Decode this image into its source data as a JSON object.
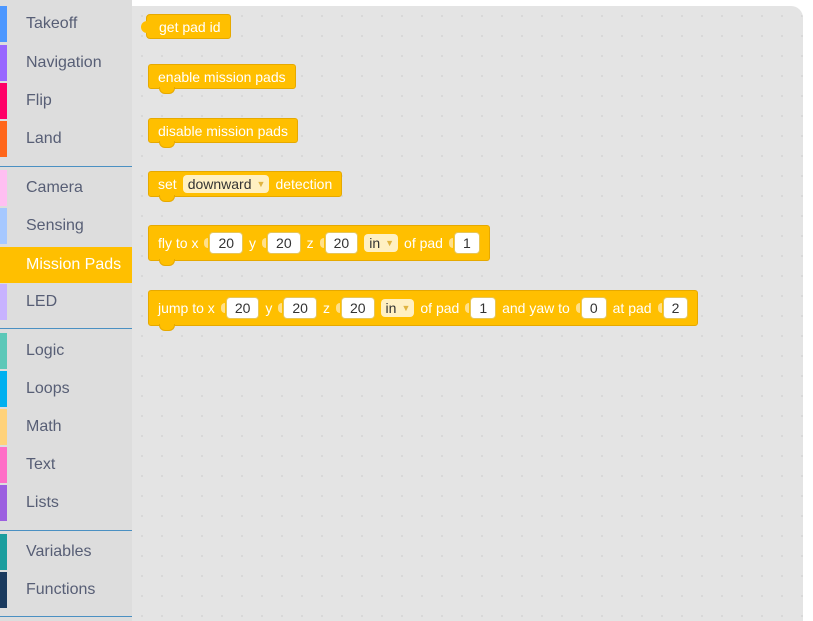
{
  "sidebar": {
    "categories": [
      {
        "label": "Takeoff",
        "color": "#4c97ff"
      },
      {
        "label": "Navigation",
        "color": "#9966ff"
      },
      {
        "label": "Flip",
        "color": "#ff0066"
      },
      {
        "label": "Land",
        "color": "#ff661a"
      },
      {
        "label": "Camera",
        "color": "#ffbff2"
      },
      {
        "label": "Sensing",
        "color": "#a6c8ff"
      },
      {
        "label": "Mission Pads",
        "color": "#ffbf00"
      },
      {
        "label": "LED",
        "color": "#c8b3ff"
      },
      {
        "label": "Logic",
        "color": "#5cc8b8"
      },
      {
        "label": "Loops",
        "color": "#00b0f0"
      },
      {
        "label": "Math",
        "color": "#ffd27a"
      },
      {
        "label": "Text",
        "color": "#ff6ec7"
      },
      {
        "label": "Lists",
        "color": "#9c5fe0"
      },
      {
        "label": "Variables",
        "color": "#1a9e9e"
      },
      {
        "label": "Functions",
        "color": "#1a3a5e"
      }
    ],
    "selected": "Mission Pads",
    "accent_color": "#ffbf00"
  },
  "blocks": {
    "get_pad_id": {
      "text": "get pad id"
    },
    "enable_mission_pads": {
      "text": "enable mission pads"
    },
    "disable_mission_pads": {
      "text": "disable mission pads"
    },
    "set_detection": {
      "set": "set",
      "direction": "downward",
      "detection": "detection"
    },
    "fly_to": {
      "fly_to_x": "fly to x",
      "x": "20",
      "y_label": "y",
      "y": "20",
      "z_label": "z",
      "z": "20",
      "unit": "in",
      "of_pad": "of pad",
      "pad": "1"
    },
    "jump_to": {
      "jump_to_x": "jump to x",
      "x": "20",
      "y_label": "y",
      "y": "20",
      "z_label": "z",
      "z": "20",
      "unit": "in",
      "of_pad": "of pad",
      "pad": "1",
      "and_yaw_to": "and yaw to",
      "yaw": "0",
      "at_pad": "at pad",
      "pad2": "2"
    }
  }
}
